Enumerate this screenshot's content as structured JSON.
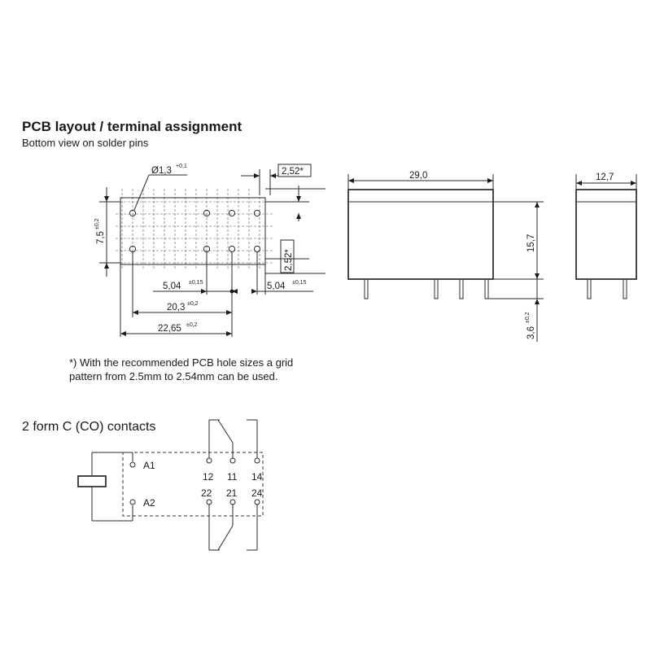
{
  "title": "PCB layout / terminal assignment",
  "subtitle": "Bottom view on solder pins",
  "pcb_dims": {
    "hole_dia": "Ø1,3",
    "hole_dia_tol": "+0,1",
    "grid_top": "2,52*",
    "grid_side": "2,52*",
    "width": "7,5",
    "width_tol": "±0,2",
    "pitch_left": "5,04",
    "pitch_left_tol": "±0,15",
    "pitch_right": "5,04",
    "pitch_right_tol": "±0,15",
    "span_inner": "20,3",
    "span_inner_tol": "±0,2",
    "span_outer": "22,65",
    "span_outer_tol": "±0,2"
  },
  "relay_dims": {
    "length": "29,0",
    "height": "15,7",
    "depth": "12,7",
    "pin_len": "3,6",
    "pin_len_tol": "±0,2"
  },
  "note": {
    "line1": "*) With the recommended PCB hole sizes a grid",
    "line2": "pattern from 2.5mm to 2.54mm can be used."
  },
  "contacts": {
    "title": "2 form C (CO) contacts",
    "coil_a1": "A1",
    "coil_a2": "A2",
    "pins_top": [
      "12",
      "11",
      "14"
    ],
    "pins_bottom": [
      "22",
      "21",
      "24"
    ]
  }
}
